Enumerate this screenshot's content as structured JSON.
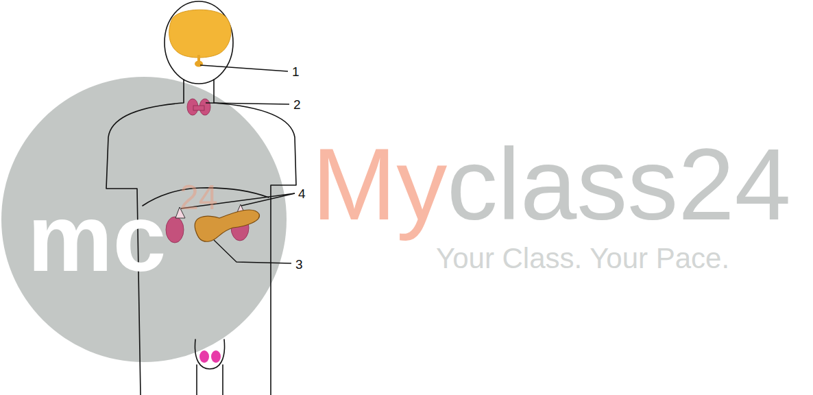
{
  "diagram": {
    "labels": [
      "1",
      "2",
      "4",
      "3",
      "mc",
      "24",
      "My",
      "class24",
      "Your Class. Your Pace."
    ]
  }
}
